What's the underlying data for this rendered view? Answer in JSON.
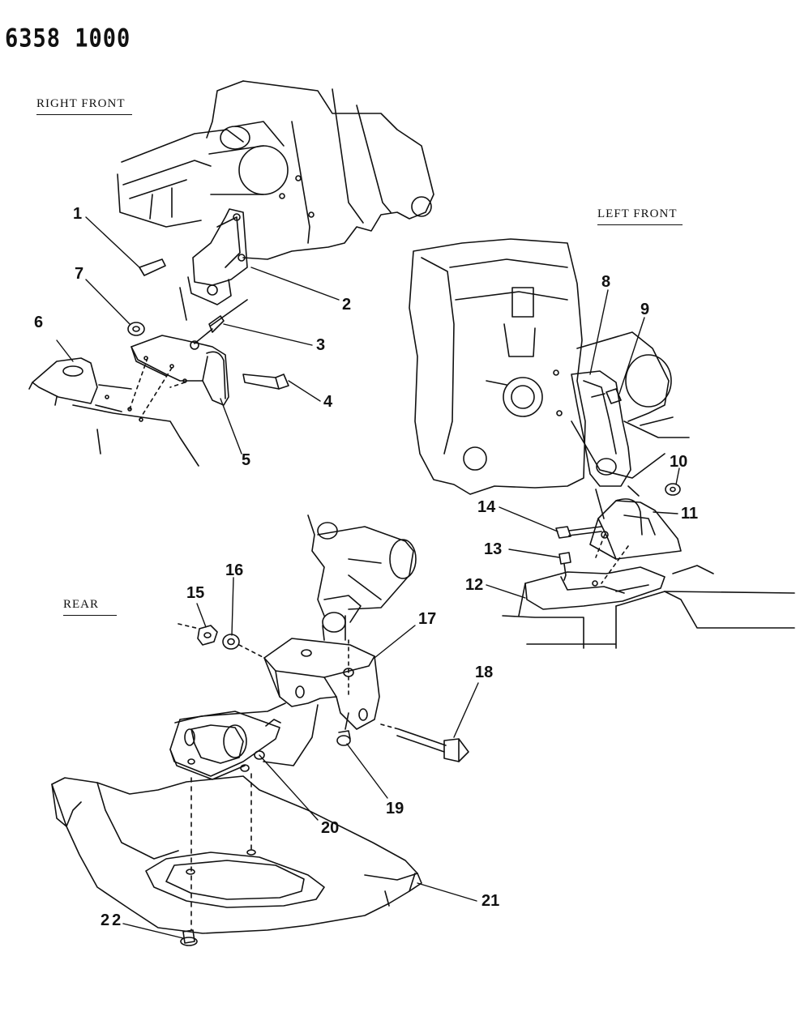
{
  "document": {
    "number": "6358 1000"
  },
  "views": {
    "right_front": "RIGHT FRONT",
    "left_front": "LEFT FRONT",
    "rear": "REAR"
  },
  "callouts": [
    "1",
    "2",
    "3",
    "4",
    "5",
    "6",
    "7",
    "8",
    "9",
    "10",
    "11",
    "12",
    "13",
    "14",
    "15",
    "16",
    "17",
    "18",
    "19",
    "20",
    "21",
    "22"
  ]
}
